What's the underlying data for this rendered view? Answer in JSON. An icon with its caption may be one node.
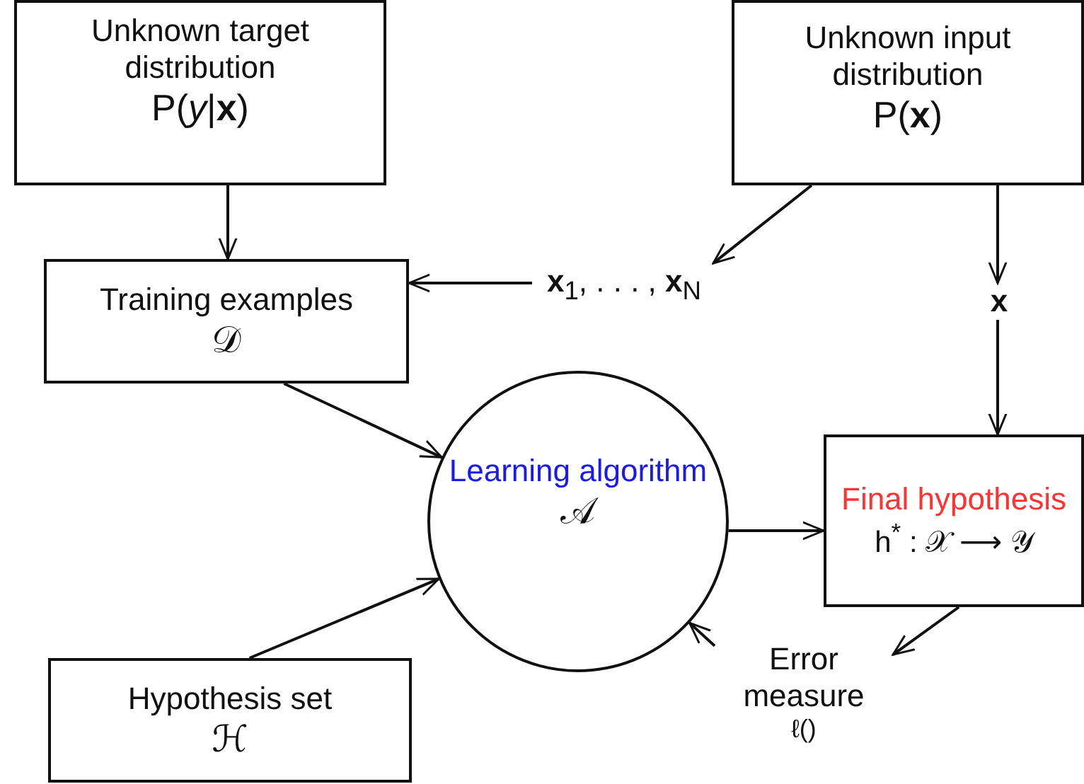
{
  "diagram": {
    "nodes": [
      {
        "text": [
          "Unknown target distribution",
          "P(*y*|**x**)"
        ]
      },
      {
        "text": [
          "Unknown input distribution",
          "P(**x**)"
        ]
      },
      {
        "text": [
          "Training examples",
          "𝒟"
        ]
      },
      {
        "text": [
          "**x**$_{1}$, . . . , **x**$_{N}$"
        ]
      },
      {
        "text": [
          "x"
        ]
      },
      {
        "text": [
          "Learning algorithm",
          "𝒜"
        ]
      },
      {
        "text": [
          "Final hypothesis",
          "h$^{*}$ : 𝒳 ⟶ 𝒴"
        ]
      },
      {
        "text": [
          "Error measure",
          "ℓ()"
        ]
      },
      {
        "text": [
          "Hypothesis set",
          "ℋ"
        ]
      }
    ],
    "edges": [
      {
        "from": 0,
        "to": 2,
        "arrow": "to"
      },
      {
        "from": 1,
        "to": 3,
        "arrow": "to"
      },
      {
        "from": 3,
        "to": 2,
        "arrow": "to"
      },
      {
        "from": 1,
        "to": 4,
        "arrow": "to"
      },
      {
        "from": 4,
        "to": 6,
        "arrow": "to"
      },
      {
        "from": 2,
        "to": 5,
        "arrow": "to"
      },
      {
        "from": 8,
        "to": 5,
        "arrow": "to"
      },
      {
        "from": 5,
        "to": 6,
        "arrow": "to"
      },
      {
        "from": 6,
        "to": 7,
        "arrow": "to"
      },
      {
        "from": 7,
        "to": 5,
        "arrow": "to"
      }
    ]
  }
}
